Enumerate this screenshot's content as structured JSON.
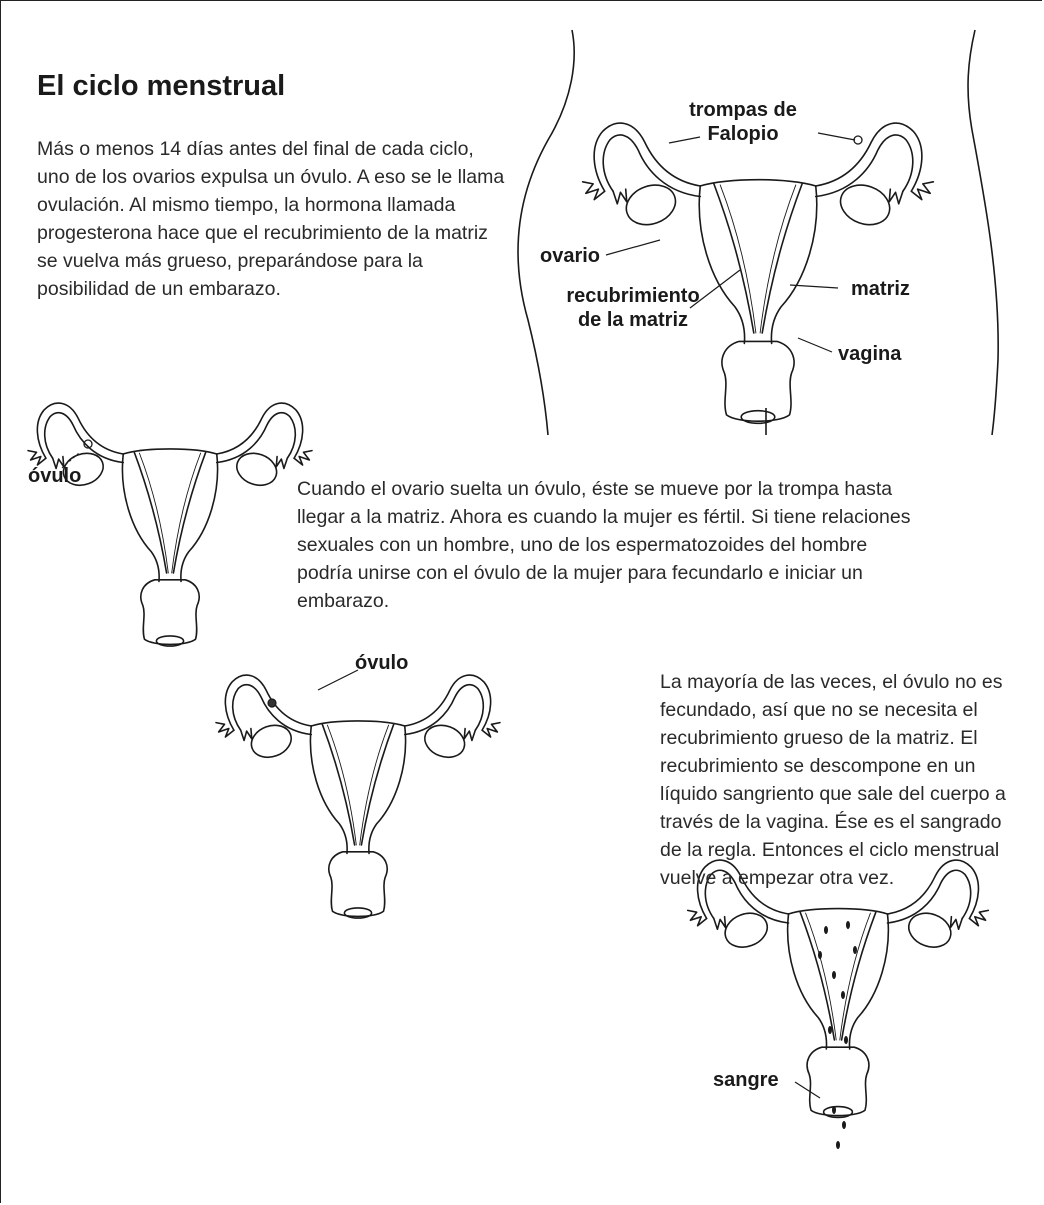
{
  "page": {
    "title": "El ciclo menstrual",
    "intro": "Más o menos 14 días antes del final de cada ciclo, uno de los ovarios expulsa un óvulo. A eso se le llama ovulación. Al mismo tiempo, la hormona llamada progesterona hace que el recubrimiento de la matriz se vuelva más grueso, preparándose para la posibilidad de un embarazo.",
    "paragraph_ovulation": "Cuando el ovario suelta un óvulo, éste se mueve por la trompa hasta llegar a la matriz. Ahora es cuando la mujer es fértil. Si tiene relaciones sexuales con un hombre, uno de los espermatozoides del hombre podría unirse con el óvulo de la mujer para fecundarlo e iniciar un embarazo.",
    "paragraph_menstruation": "La mayoría de las veces, el óvulo no es fecundado, así que no se necesita el recubrimiento grueso de la matriz. El recubrimiento se descompone en un líquido sangriento que sale del cuerpo a través de la vagina. Ése es el sangrado de la regla. Entonces el ciclo menstrual vuelve a empezar otra vez."
  },
  "labels": {
    "fallopian_1": "trompas de",
    "fallopian_2": "Falopio",
    "ovary": "ovario",
    "lining_1": "recubrimiento",
    "lining_2": "de la matriz",
    "uterus": "matriz",
    "vagina": "vagina",
    "egg_released": "óvulo",
    "egg_in_tube": "óvulo",
    "blood": "sangre"
  }
}
